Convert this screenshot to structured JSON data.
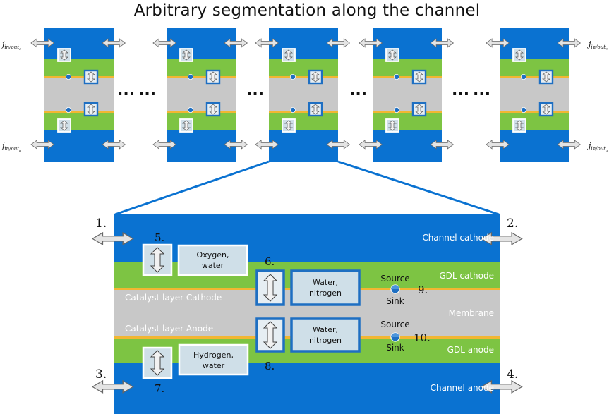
{
  "title": "Arbitrary segmentation along the channel",
  "flux_labels": {
    "cathode_sym": "j",
    "cathode_sub": "in/out",
    "cathode_subsub": "c",
    "anode_sym": "j",
    "anode_sub": "in/out",
    "anode_subsub": "a"
  },
  "ellipsis": "···",
  "detail": {
    "numbers": [
      "1.",
      "2.",
      "3.",
      "4.",
      "5.",
      "6.",
      "7.",
      "8.",
      "9.",
      "10."
    ],
    "layers": {
      "channel_cathode": "Channel cathode",
      "gdl_cathode": "GDL cathode",
      "catalyst_cathode": "Catalyst layer Cathode",
      "membrane": "Membrane",
      "catalyst_anode": "Catalyst layer Anode",
      "gdl_anode": "GDL anode",
      "channel_anode": "Channel anode"
    },
    "species": {
      "oxygen_1": "Oxygen,",
      "oxygen_2": "water",
      "water_cat_1": "Water,",
      "water_cat_2": "nitrogen",
      "water_an_1": "Water,",
      "water_an_2": "nitrogen",
      "hydrogen_1": "Hydrogen,",
      "hydrogen_2": "water"
    },
    "source": "Source",
    "sink": "Sink"
  },
  "colors": {
    "channel_blue": "#0a72d1",
    "gdl_green": "#7dc443",
    "membrane_gray": "#c8c8c8",
    "catalyst_yellow": "#f2b632",
    "box_blue": "#1e6fc2",
    "box_light": "#cfdfe8",
    "arrow_gray": "#e4e4e4"
  }
}
